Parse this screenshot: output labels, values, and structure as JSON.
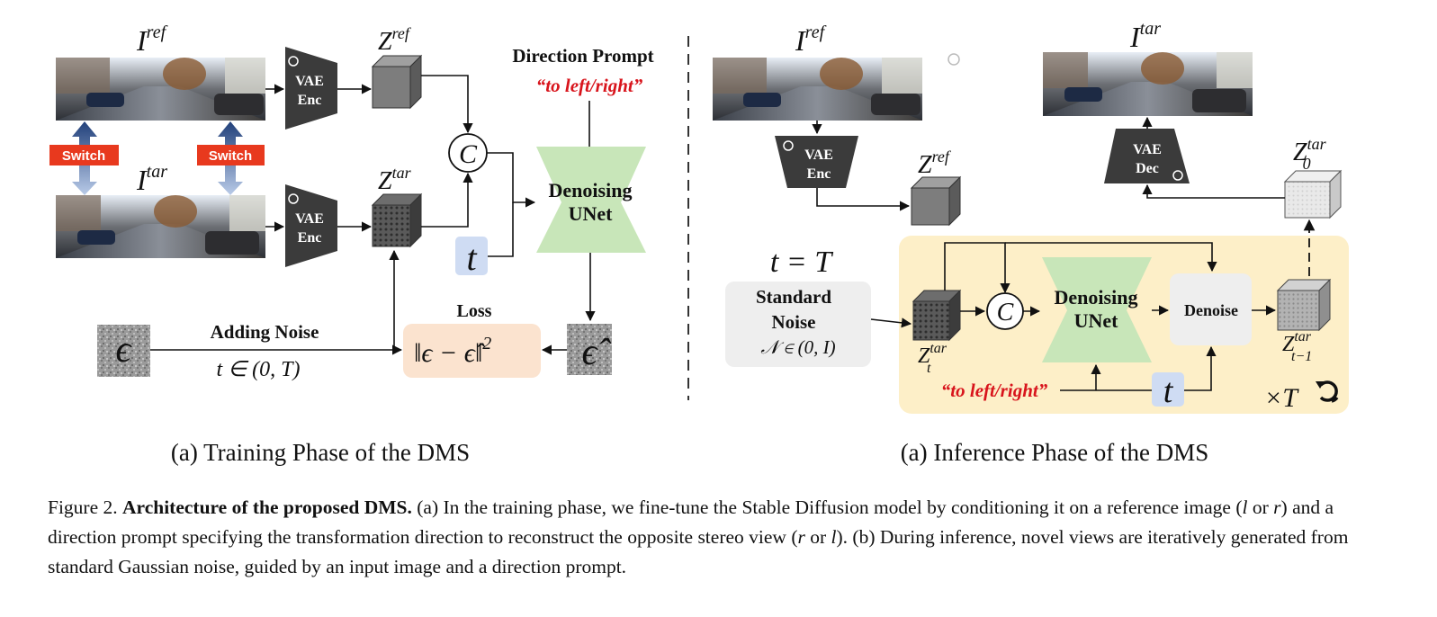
{
  "training": {
    "ref_label": "I",
    "ref_sup": "ref",
    "tar_label": "I",
    "tar_sup": "tar",
    "switch_label": "Switch",
    "vae_enc_line1": "VAE",
    "vae_enc_line2": "Enc",
    "z_ref_label": "Z",
    "z_ref_sup": "ref",
    "z_tar_label": "Z",
    "z_tar_sup": "tar",
    "concat_symbol": "C",
    "direction_prompt_title": "Direction Prompt",
    "direction_prompt_text": "“to left/right”",
    "unet_line1": "Denoising",
    "unet_line2": "UNet",
    "t_symbol": "t",
    "loss_title": "Loss",
    "loss_formula": "‖ϵ − ϵ̂‖",
    "loss_exp": "2",
    "eps_symbol": "ϵ",
    "eps_hat_symbol": "ϵ̂",
    "adding_noise": "Adding Noise",
    "t_range": "t ∈ (0, T)",
    "subtitle": "(a) Training Phase of the DMS"
  },
  "inference": {
    "ref_label": "I",
    "ref_sup": "ref",
    "tar_label": "I",
    "tar_sup": "tar",
    "vae_enc_line1": "VAE",
    "vae_enc_line2": "Enc",
    "vae_dec_line1": "VAE",
    "vae_dec_line2": "Dec",
    "z_ref_label": "Z",
    "z_ref_sup": "ref",
    "z0_label": "Z",
    "z0_sup": "tar",
    "z0_sub": "0",
    "t_equals": "t = T",
    "std_noise_line1": "Standard",
    "std_noise_line2": "Noise",
    "std_noise_line3": "𝒩 ∈ (0, I)",
    "zt_label": "Z",
    "zt_sup": "tar",
    "zt_sub": "t",
    "concat_symbol": "C",
    "unet_line1": "Denoising",
    "unet_line2": "UNet",
    "denoise_label": "Denoise",
    "zt1_label": "Z",
    "zt1_sup": "tar",
    "zt1_sub": "t−1",
    "prompt_text": "“to left/right”",
    "t_symbol": "t",
    "times_T": "×T",
    "subtitle": "(a) Inference Phase of the DMS"
  },
  "caption": {
    "prefix": "Figure 2.",
    "bold": "Architecture of the proposed DMS.",
    "part1": "(a) In the training phase, we fine-tune the Stable Diffusion model by conditioning it on a reference image (",
    "l1": "l",
    "or1": " or ",
    "r1": "r",
    "part2": ") and a direction prompt specifying the transformation direction to reconstruct the opposite stereo view (",
    "r2": "r",
    "or2": " or ",
    "l2": "l",
    "part3": "). (b) During inference, novel views are iteratively generated from standard Gaussian noise, guided by an input image and a direction prompt."
  },
  "colors": {
    "switch_red": "#e8391e",
    "unet_green": "#c8e6b9",
    "loss_peach": "#fbe3cf",
    "t_blue": "#cfdcf3",
    "inference_bg": "#fdefc8",
    "prompt_red": "#d8141c",
    "dark_block": "#3b3b3b"
  }
}
